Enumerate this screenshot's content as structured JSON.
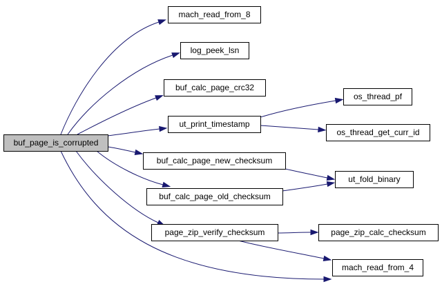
{
  "graph": {
    "root": "buf_page_is_corrupted",
    "nodes": [
      {
        "id": "buf_page_is_corrupted",
        "label": "buf_page_is_corrupted"
      },
      {
        "id": "mach_read_from_8",
        "label": "mach_read_from_8"
      },
      {
        "id": "log_peek_lsn",
        "label": "log_peek_lsn"
      },
      {
        "id": "buf_calc_page_crc32",
        "label": "buf_calc_page_crc32"
      },
      {
        "id": "ut_print_timestamp",
        "label": "ut_print_timestamp"
      },
      {
        "id": "buf_calc_page_new_checksum",
        "label": "buf_calc_page_new_checksum"
      },
      {
        "id": "buf_calc_page_old_checksum",
        "label": "buf_calc_page_old_checksum"
      },
      {
        "id": "page_zip_verify_checksum",
        "label": "page_zip_verify_checksum"
      },
      {
        "id": "os_thread_pf",
        "label": "os_thread_pf"
      },
      {
        "id": "os_thread_get_curr_id",
        "label": "os_thread_get_curr_id"
      },
      {
        "id": "ut_fold_binary",
        "label": "ut_fold_binary"
      },
      {
        "id": "page_zip_calc_checksum",
        "label": "page_zip_calc_checksum"
      },
      {
        "id": "mach_read_from_4",
        "label": "mach_read_from_4"
      }
    ],
    "edges": [
      {
        "from": "buf_page_is_corrupted",
        "to": "mach_read_from_8"
      },
      {
        "from": "buf_page_is_corrupted",
        "to": "log_peek_lsn"
      },
      {
        "from": "buf_page_is_corrupted",
        "to": "buf_calc_page_crc32"
      },
      {
        "from": "buf_page_is_corrupted",
        "to": "ut_print_timestamp"
      },
      {
        "from": "buf_page_is_corrupted",
        "to": "buf_calc_page_new_checksum"
      },
      {
        "from": "buf_page_is_corrupted",
        "to": "buf_calc_page_old_checksum"
      },
      {
        "from": "buf_page_is_corrupted",
        "to": "page_zip_verify_checksum"
      },
      {
        "from": "buf_page_is_corrupted",
        "to": "mach_read_from_4"
      },
      {
        "from": "ut_print_timestamp",
        "to": "os_thread_pf"
      },
      {
        "from": "ut_print_timestamp",
        "to": "os_thread_get_curr_id"
      },
      {
        "from": "buf_calc_page_new_checksum",
        "to": "ut_fold_binary"
      },
      {
        "from": "buf_calc_page_old_checksum",
        "to": "ut_fold_binary"
      },
      {
        "from": "page_zip_verify_checksum",
        "to": "page_zip_calc_checksum"
      },
      {
        "from": "page_zip_verify_checksum",
        "to": "mach_read_from_4"
      }
    ],
    "colors": {
      "edge": "#191970",
      "root_fill": "#bfbfbf",
      "node_fill": "#ffffff",
      "border": "#000000"
    }
  }
}
